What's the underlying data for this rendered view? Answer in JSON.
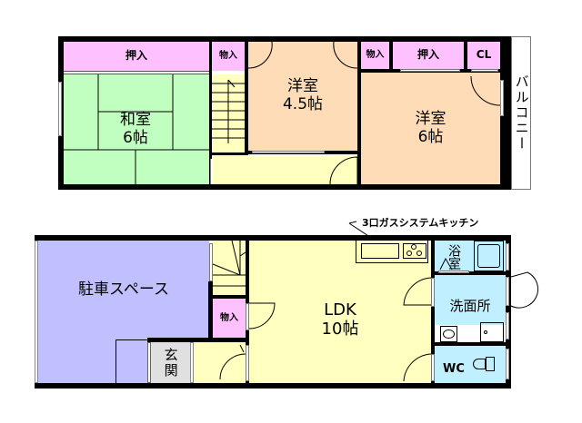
{
  "floor2": {
    "oshiire_left": "押入",
    "monoire_1": "物入",
    "washitsu": {
      "name": "和室",
      "size": "6帖"
    },
    "yoshitsu_small": {
      "name": "洋室",
      "size": "4.5帖"
    },
    "monoire_2": "物入",
    "oshiire_right": "押入",
    "closet": "CL",
    "yoshitsu_large": {
      "name": "洋室",
      "size": "6帖"
    },
    "balcony": "バルコニー"
  },
  "floor1": {
    "kitchen_note": "3口ガスシステムキッチン",
    "parking": "駐車スペース",
    "monoire": "物入",
    "genkan": "玄関",
    "ldk": {
      "name": "LDK",
      "size": "10帖"
    },
    "bath": "浴室",
    "washroom": "洗面所",
    "wc": "WC"
  },
  "colors": {
    "storage": "#ffc0ff",
    "tatami": "#c0ffc0",
    "western_room": "#ffdcb8",
    "hall_ldk": "#ffffc0",
    "parking": "#c0c0ff",
    "wet_area": "#c0f0ff",
    "entrance": "#e0e0e0"
  }
}
